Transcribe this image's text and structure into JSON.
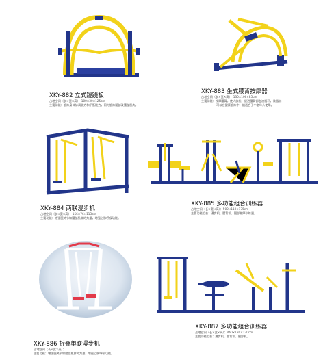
{
  "products": [
    {
      "title": "XKY-882 立式跷跷板",
      "space": "占地空间（长×宽×高）：100×30×125cm",
      "function": "主要功能：锻炼身体协调能力和平衡能力，同时锻炼腿部及腰部肌肉。",
      "function2": ""
    },
    {
      "title": "XKY-883 坐式腰背按摩器",
      "space": "占地空间（长×宽×高）：130×106×85cm",
      "function": "主要功能：按摩腰背，使人放松，促进腰背部血液循环，该器械",
      "function2": "可以在健康锻炼中，组适合于中老年人使用。"
    },
    {
      "title": "XKY-884 两联漫步机",
      "space": "占地空间（长×宽×高）：156×76×113cm",
      "function": "主要功能：增强腿关节和腰部肌群的力量，增强心肺呼吸功能。",
      "function2": ""
    },
    {
      "title": "XKY-885 多功能组合训练器",
      "space": "占地空间（长×宽×高）：500×110×175cm",
      "function": "主要功能组合：漫步机、腰背机、腿部按摩训练器。",
      "function2": ""
    },
    {
      "title": "XKY-886 折叠单联漫步机",
      "space": "占地空间（长×宽×高）：",
      "function": "主要功能：增强腿关节和腰部肌群的力量，增强心肺呼吸功能。",
      "function2": ""
    },
    {
      "title": "XKY-887 多功能组合训练器",
      "space": "占地空间（长×宽×高）：460×130×120cm",
      "function": "主要功能组合：漫步机、腰背机、腿部机。",
      "function2": ""
    }
  ],
  "colors": {
    "blue": "#22358a",
    "yellow": "#f2d21a",
    "red": "#e23a4a",
    "ground": "#1e2f7a"
  }
}
